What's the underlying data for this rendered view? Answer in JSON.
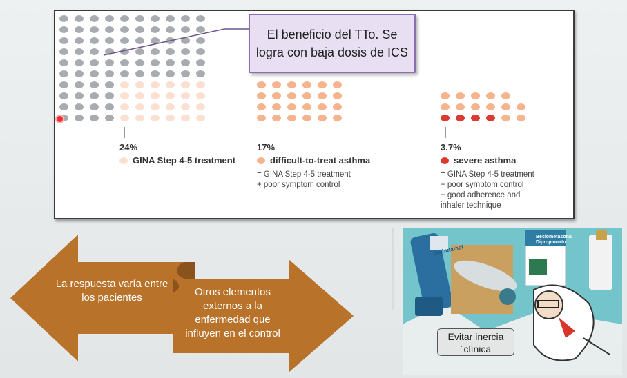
{
  "callout": {
    "text": "El beneficio del TTo. Se logra con baja dosis de ICS"
  },
  "stats": [
    {
      "pct": "24%",
      "title": "GINA Step 4-5 treatment",
      "desc": [],
      "color": "#fbe0d2"
    },
    {
      "pct": "17%",
      "title": "difficult-to-treat asthma",
      "desc": [
        "= GINA Step 4-5 treatment",
        "+ poor symptom control"
      ],
      "color": "#f5b48e"
    },
    {
      "pct": "3.7%",
      "title": "severe asthma",
      "desc": [
        "= GINA Step 4-5 treatment",
        "+ poor symptom control",
        "+ good adherence and",
        "inhaler technique"
      ],
      "color": "#dc3a30"
    }
  ],
  "arrows": {
    "left_text": "La respuesta varía entre los pacientes",
    "right_text": "Otros elementos externos a la enfermedad que influyen en el control",
    "color": "#b8722a"
  },
  "image": {
    "caption": "Evitar inercia ´clínica",
    "box_label": "Beclometasona Dipropionato",
    "inhaler_label": "Salbutamol"
  }
}
